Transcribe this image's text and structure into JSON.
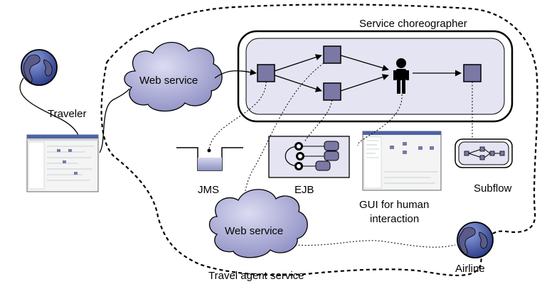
{
  "labels": {
    "service_choreographer": "Service choreographer",
    "traveler": "Traveler",
    "web_service_top": "Web service",
    "web_service_bottom": "Web service",
    "jms": "JMS",
    "ejb": "EJB",
    "gui_line1": "GUI for human",
    "gui_line2": "interaction",
    "subflow": "Subflow",
    "travel_agent_service": "Travel agent service",
    "airline": "Airline"
  },
  "colors": {
    "node_fill": "#7b78a6",
    "cloud_fill": "#b6b6dc",
    "panel_fill": "#e4e4f2",
    "globe_fill": "#4c5fa8",
    "jms_fill": "#a9acd0"
  },
  "icons": {
    "traveler": "globe-icon",
    "airline": "globe-icon",
    "human": "person-icon",
    "gui": "window-screenshot-icon",
    "traveler_gui": "window-screenshot-icon"
  }
}
